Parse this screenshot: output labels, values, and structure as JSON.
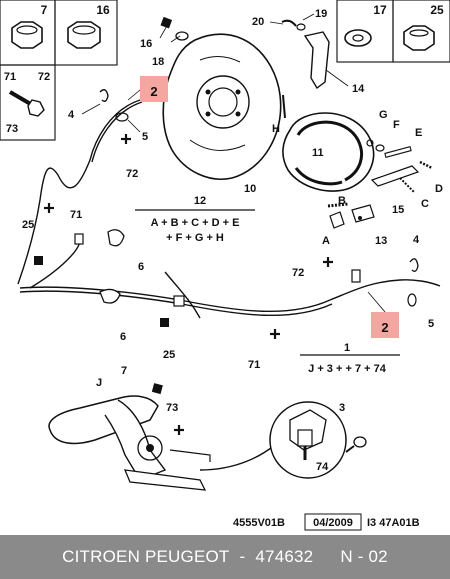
{
  "inset_boxes": [
    {
      "label": "7"
    },
    {
      "label": "16"
    },
    {
      "label": "71"
    },
    {
      "label": "72"
    },
    {
      "label": "73"
    },
    {
      "label": "17"
    },
    {
      "label": "25"
    }
  ],
  "callouts": {
    "c18": "18",
    "c16": "16",
    "c20": "20",
    "c19": "19",
    "c14": "14",
    "c4a": "4",
    "c5a": "5",
    "c72a": "72",
    "cH": "H",
    "c10": "10",
    "c11": "11",
    "cG": "G",
    "cF": "F",
    "cE": "E",
    "cD": "D",
    "cC": "C",
    "c15": "15",
    "cB": "B",
    "cA": "A",
    "c13": "13",
    "c71a": "71",
    "c25a": "25",
    "c6a": "6",
    "c4b": "4",
    "c72b": "72",
    "c5b": "5",
    "c6b": "6",
    "c25b": "25",
    "c71b": "71",
    "cJ": "J",
    "c7": "7",
    "c73": "73",
    "c3": "3",
    "c74": "74"
  },
  "highlight_labels": {
    "top": "2",
    "right": "2"
  },
  "formulas": {
    "f12_num": "12",
    "f12_line1": "A + B + C + D + E",
    "f12_line2": "+ F + G + H",
    "f1_num": "1",
    "f1_line": "J + 3 + + 7 + 74"
  },
  "ref_codes": {
    "left": "4555V01B",
    "date": "04/2009",
    "right": "I3 47A01B"
  },
  "footer": {
    "brand": "CITROEN PEUGEOT",
    "sep": "-",
    "part_number": "474632",
    "page": "N - 02"
  },
  "colors": {
    "highlight": "#f4a6a0",
    "footer_bg": "#8a8a8a"
  }
}
